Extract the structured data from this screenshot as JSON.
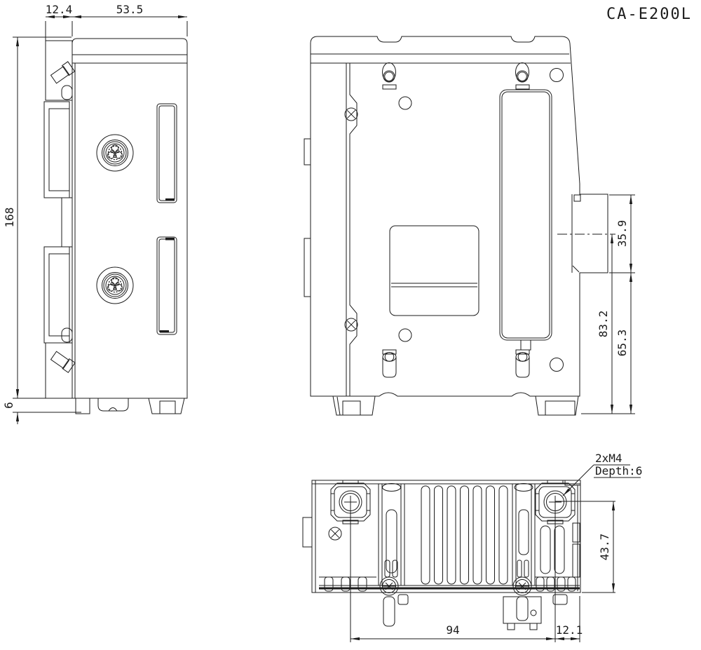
{
  "drawing": {
    "title": "CA-E200L",
    "side_view": {
      "rear_bracket_depth": "12.4",
      "body_depth": "53.5",
      "body_height": "168",
      "foot_height": "6"
    },
    "rear_view": {
      "rail_latch_height": "35.9",
      "rail_center_to_bottom": "83.2",
      "latch_bottom_to_bottom": "65.3"
    },
    "bottom_view": {
      "screw_note_line1": "2xM4",
      "screw_note_line2": "Depth:6",
      "hole_center_to_bottom": "43.7",
      "hole_spacing": "94",
      "hole_to_edge": "12.1"
    }
  },
  "colors": {
    "line": "#1b1b1b",
    "background": "#ffffff"
  }
}
